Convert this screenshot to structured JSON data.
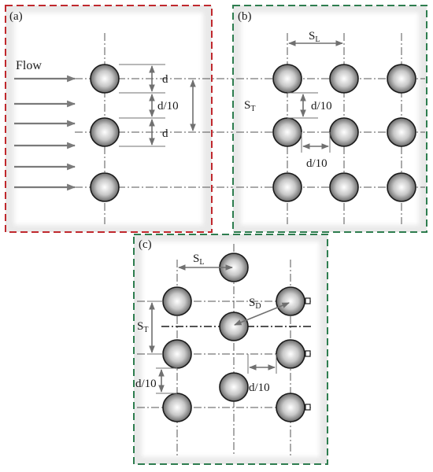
{
  "panels": {
    "a": {
      "tag": "(a)",
      "flow_label": "Flow",
      "dim_d_top": "d",
      "dim_gap": "d/10",
      "dim_d_bottom": "d"
    },
    "b": {
      "tag": "(b)",
      "sl": {
        "main": "S",
        "sub": "L"
      },
      "st": {
        "main": "S",
        "sub": "T"
      },
      "dim_vertical_gap": "d/10",
      "dim_horizontal_gap": "d/10"
    },
    "c": {
      "tag": "(c)",
      "sl": {
        "main": "S",
        "sub": "L"
      },
      "sd": {
        "main": "S",
        "sub": "D"
      },
      "st": {
        "main": "S",
        "sub": "T"
      },
      "dim_vertical_gap": "d/10",
      "dim_horizontal_gap": "d/10"
    }
  },
  "colors": {
    "panel_a_border": "#c0282d",
    "panel_bc_border": "#2e7d4f",
    "dimension": "#707070",
    "centerline": "#555555",
    "tube_outline": "#1a1a1a"
  }
}
